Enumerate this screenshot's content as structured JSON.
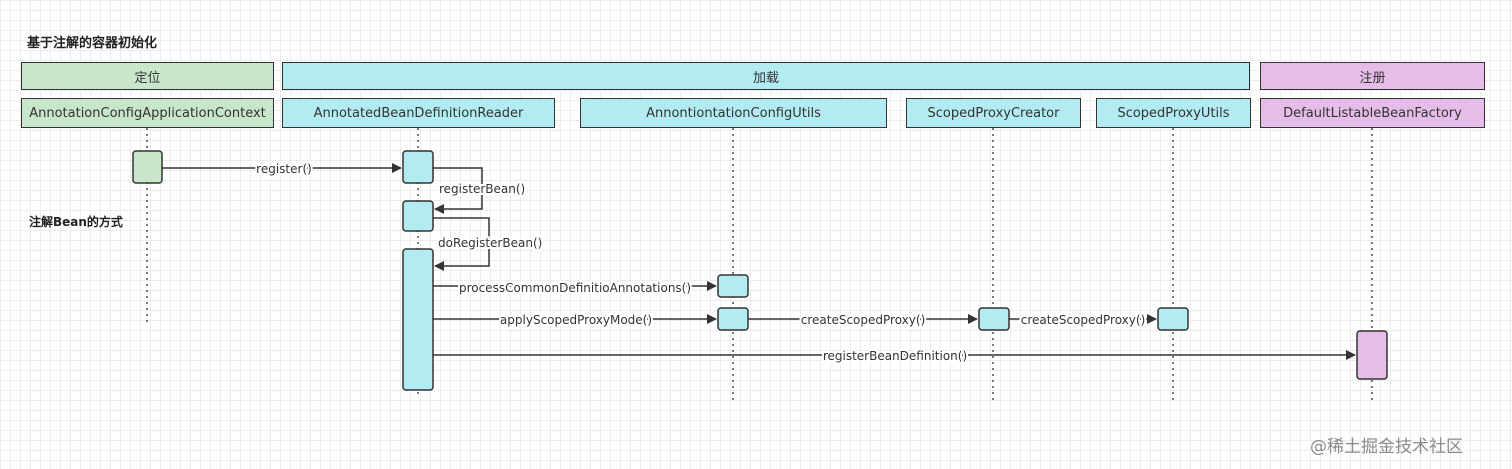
{
  "title": "基于注解的容器初始化",
  "subnote": "注解Bean的方式",
  "phases": {
    "locate": "定位",
    "load": "加载",
    "register": "注册"
  },
  "actors": {
    "ctx": "AnnotationConfigApplicationContext",
    "reader": "AnnotatedBeanDefinitionReader",
    "utils": "AnnontiontationConfigUtils",
    "creator": "ScopedProxyCreator",
    "proxyUtils": "ScopedProxyUtils",
    "factory": "DefaultListableBeanFactory"
  },
  "messages": {
    "register": "register()",
    "registerBean": "registerBean()",
    "doRegisterBean": "doRegisterBean()",
    "processCommon": "processCommonDefinitioAnnotations()",
    "applyScoped": "applyScopedProxyMode()",
    "createScoped1": "createScopedProxy()",
    "createScoped2": "createScopedProxy()",
    "registerBeanDefinition": "registerBeanDefinition()"
  },
  "colors": {
    "locate": "#c8e6c9",
    "load": "#b2ebf2",
    "register": "#e6bde8",
    "line": "#333333"
  },
  "watermark": "@稀土掘金技术社区"
}
